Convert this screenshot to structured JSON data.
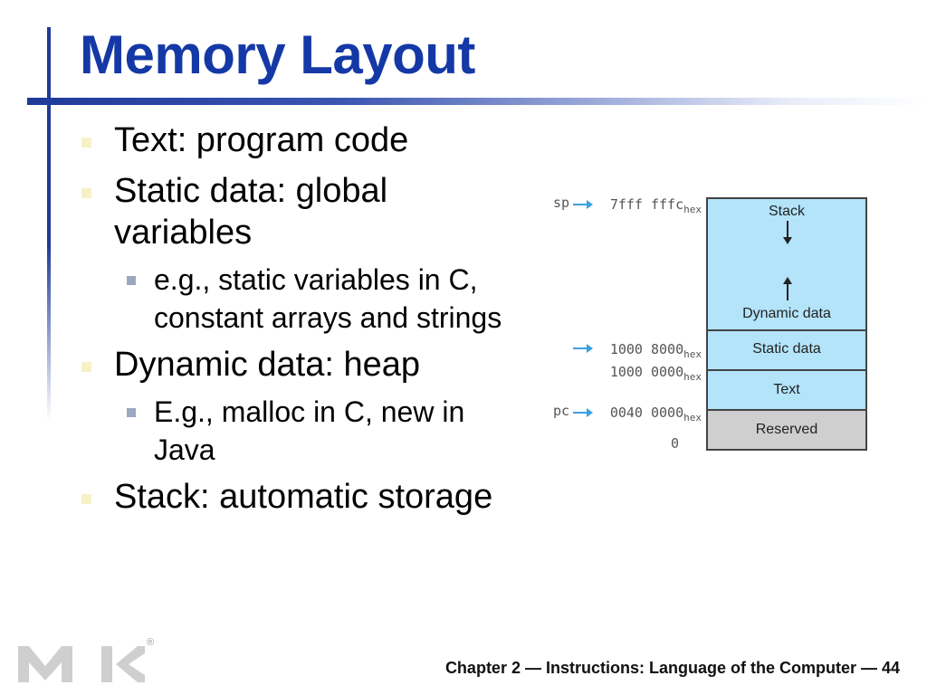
{
  "slide": {
    "title": "Memory Layout",
    "footer": "Chapter 2 — Instructions: Language of the Computer — 44",
    "logo_registered": "®"
  },
  "bullets": [
    {
      "text": "Text: program code",
      "sub": []
    },
    {
      "text": "Static data: global variables",
      "sub": [
        "e.g., static variables in C, constant arrays and strings"
      ]
    },
    {
      "text": "Dynamic data: heap",
      "sub": [
        "E.g., malloc in C, new in Java"
      ]
    },
    {
      "text": "Stack: automatic storage",
      "sub": []
    }
  ],
  "diagram": {
    "registers": {
      "sp": "sp",
      "pc": "pc"
    },
    "addresses": {
      "stack_top": "7fff fffc",
      "static_start": "1000 8000",
      "text_end": "1000 0000",
      "text_start": "0040 0000",
      "zero": "0",
      "suffix": "hex"
    },
    "segments": {
      "stack": "Stack",
      "dynamic": "Dynamic data",
      "static": "Static data",
      "text": "Text",
      "reserved": "Reserved"
    },
    "colors": {
      "memory": "#b3e4fa",
      "reserved": "#cfcfcf",
      "pointer_arrow": "#3aa0e0"
    }
  }
}
